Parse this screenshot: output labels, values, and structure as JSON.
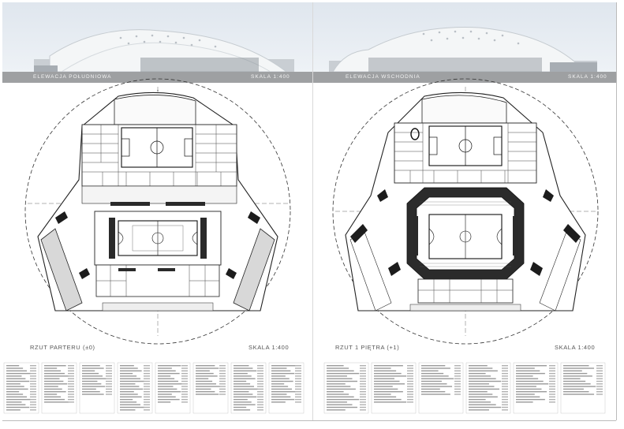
{
  "elevations": {
    "south": {
      "title": "ELEWACJA POŁUDNIOWA",
      "scale": "SKALA 1:400"
    },
    "east": {
      "title": "ELEWACJA WSCHODNIA",
      "scale": "SKALA 1:400"
    }
  },
  "plans": {
    "ground": {
      "title": "RZUT PARTERU (±0)",
      "scale": "SKALA 1:400"
    },
    "first": {
      "title": "RZUT 1 PIĘTRA (+1)",
      "scale": "SKALA 1:400"
    }
  },
  "colors": {
    "band": "#9ea0a2",
    "line": "#2a2a2a",
    "hatch": "#6b6b6b",
    "roof": "#f3f5f6"
  }
}
